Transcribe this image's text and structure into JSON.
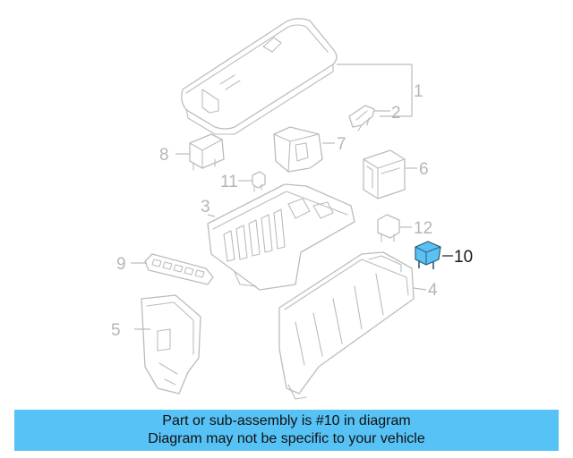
{
  "diagram": {
    "callouts": [
      "1",
      "2",
      "3",
      "4",
      "5",
      "6",
      "7",
      "8",
      "9",
      "10",
      "11",
      "12"
    ],
    "highlight_color": "#5bc1f2",
    "highlighted_part": "10"
  },
  "banner": {
    "line1": "Part or sub-assembly is #10 in diagram",
    "line2": "Diagram may not be specific to your vehicle",
    "background": "#57c2f5"
  }
}
